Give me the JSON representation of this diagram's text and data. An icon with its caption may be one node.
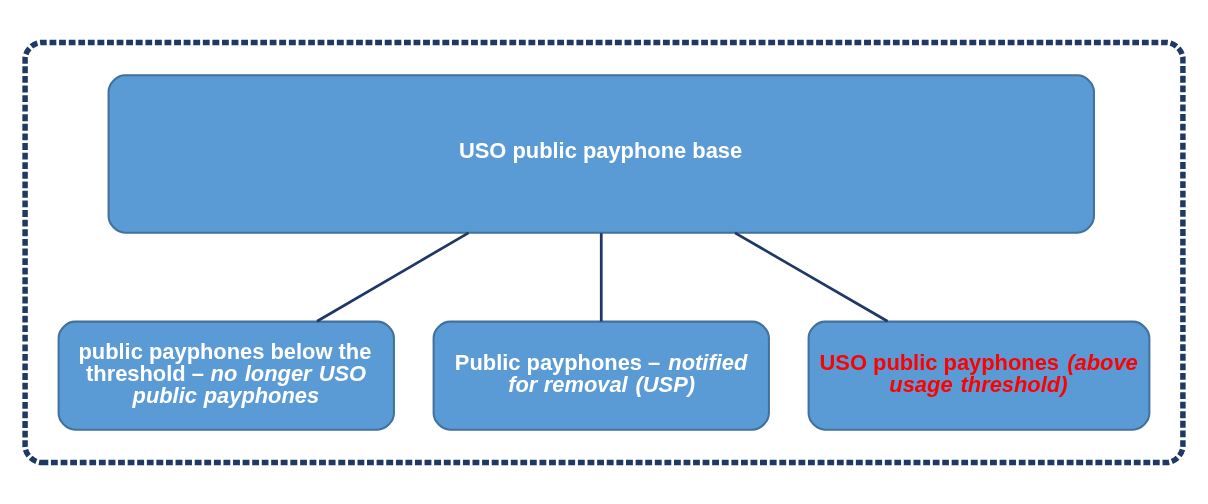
{
  "diagram": {
    "nodes": [
      {
        "text": [],
        "shape": "box"
      },
      {
        "text": [
          "USO public payphone base"
        ],
        "in": 0
      },
      {
        "text": [
          "public payphones below the threshold – *no longer USO public payphones*"
        ],
        "in": 0
      },
      {
        "text": [
          "Public payphones – *notified for removal (USP)*"
        ],
        "in": 0
      },
      {
        "text": [
          "USO public payphones *(above usage threshold)*"
        ],
        "in": 0
      }
    ],
    "edges": [
      {
        "from": 1,
        "to": 2,
        "arrow": "none"
      },
      {
        "from": 1,
        "to": 3,
        "arrow": "none"
      },
      {
        "from": 1,
        "to": 4,
        "arrow": "none"
      }
    ]
  }
}
